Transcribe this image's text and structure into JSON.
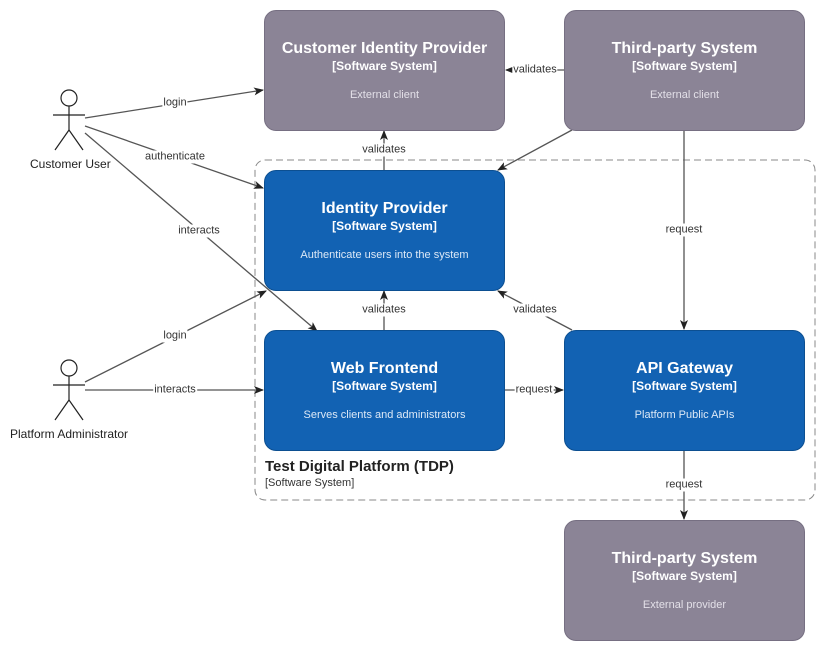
{
  "boundary": {
    "title": "Test Digital Platform (TDP)",
    "type": "[Software System]"
  },
  "actors": {
    "customer_user": "Customer User",
    "platform_admin": "Platform Administrator"
  },
  "systems": {
    "customer_idp": {
      "title": "Customer Identity Provider",
      "type": "[Software System]",
      "desc": "External client"
    },
    "third_party_top": {
      "title": "Third-party System",
      "type": "[Software System]",
      "desc": "External client"
    },
    "identity_provider": {
      "title": "Identity Provider",
      "type": "[Software System]",
      "desc": "Authenticate users into the system"
    },
    "web_frontend": {
      "title": "Web Frontend",
      "type": "[Software System]",
      "desc": "Serves clients and administrators"
    },
    "api_gateway": {
      "title": "API Gateway",
      "type": "[Software System]",
      "desc": "Platform Public APIs"
    },
    "third_party_bottom": {
      "title": "Third-party System",
      "type": "[Software System]",
      "desc": "External provider"
    }
  },
  "edges": {
    "cu_login": "login",
    "cu_authenticate": "authenticate",
    "cu_interacts": "interacts",
    "pa_login": "login",
    "pa_interacts": "interacts",
    "tp_validates_cidp": "validates",
    "idp_validates_cidp": "validates",
    "wf_validates_idp": "validates",
    "gw_validates_idp": "validates",
    "tp_request_gw": "request",
    "wf_request_gw": "request",
    "gw_request_tp": "request"
  },
  "colors": {
    "external_system": "#8b8496",
    "internal_system": "#1262b3",
    "edge": "#555555"
  }
}
